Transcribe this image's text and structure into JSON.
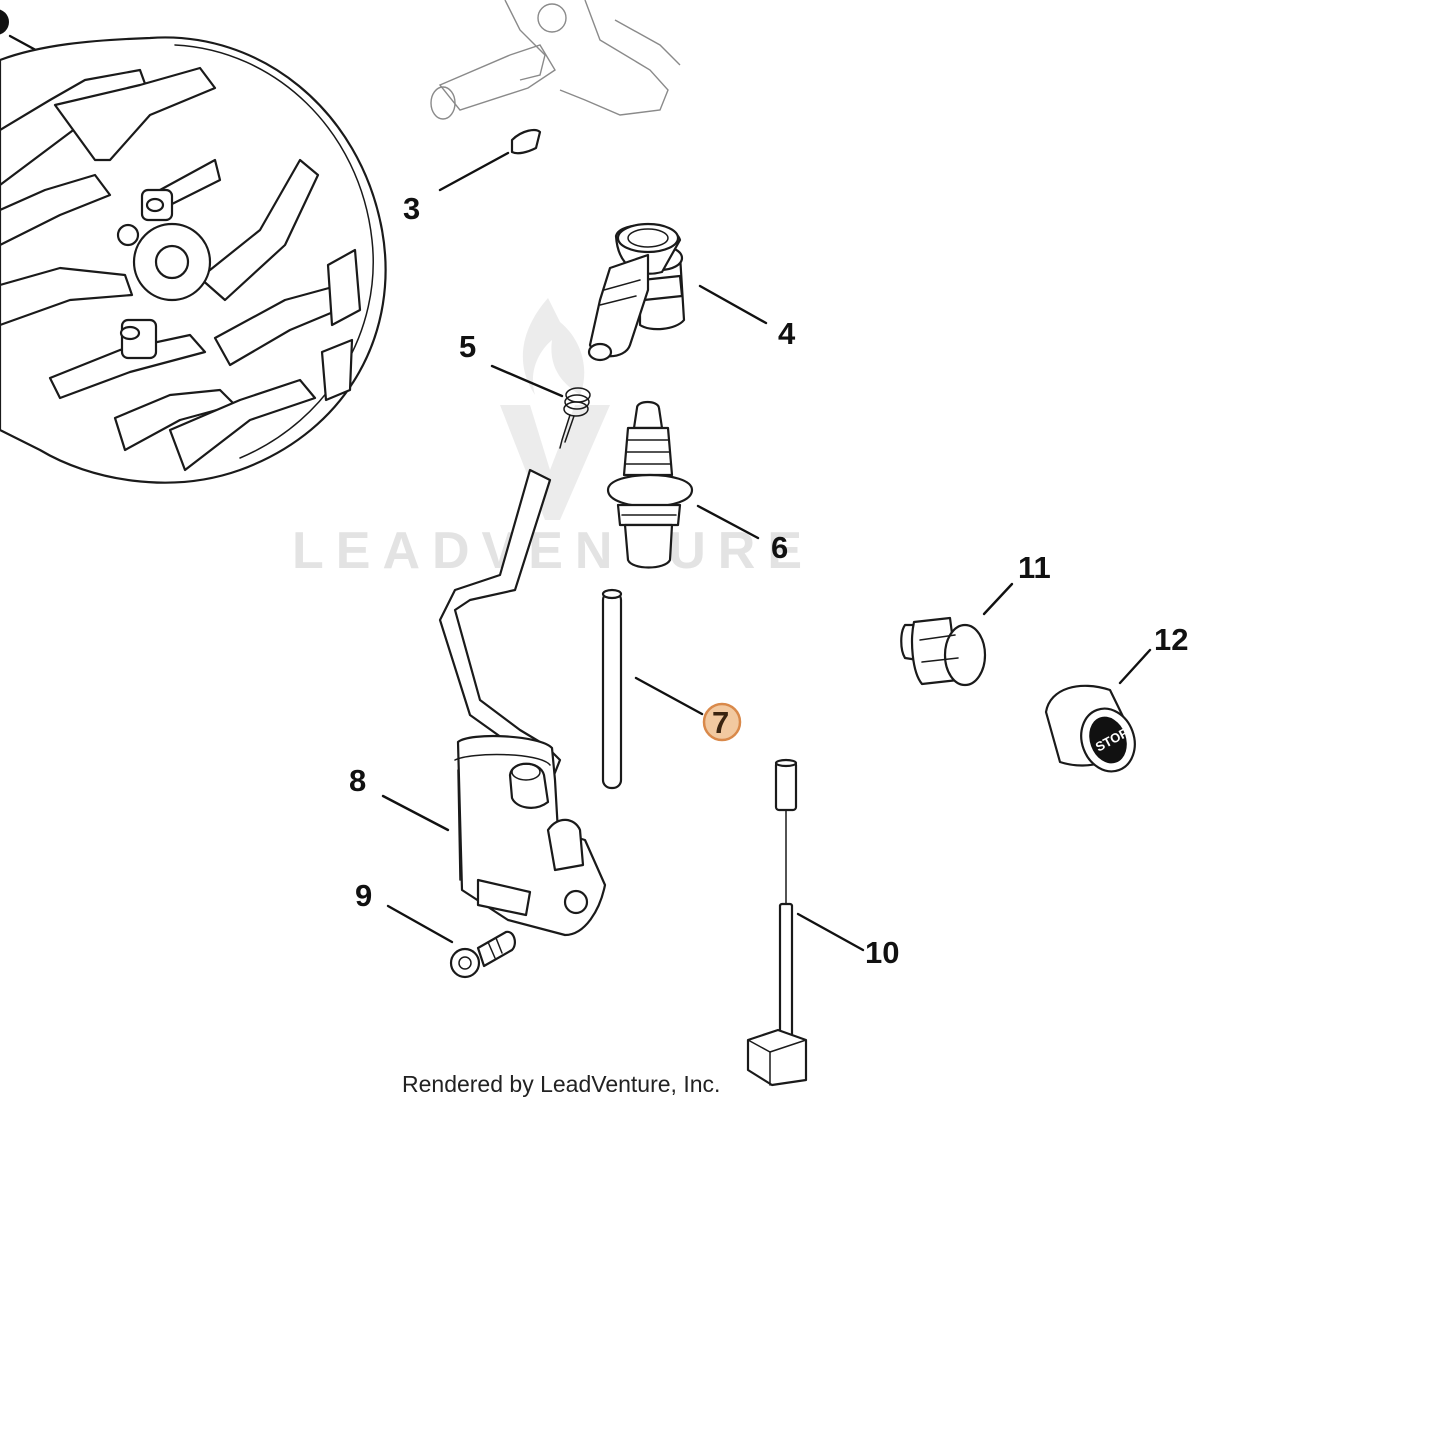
{
  "diagram": {
    "callouts": [
      {
        "id": "3",
        "label": "3",
        "part": "flywheel-key"
      },
      {
        "id": "4",
        "label": "4",
        "part": "spark-plug-boot"
      },
      {
        "id": "5",
        "label": "5",
        "part": "spark-plug-spring"
      },
      {
        "id": "6",
        "label": "6",
        "part": "spark-plug"
      },
      {
        "id": "7",
        "label": "7",
        "part": "rod",
        "highlighted": true
      },
      {
        "id": "8",
        "label": "8",
        "part": "ignition-coil"
      },
      {
        "id": "9",
        "label": "9",
        "part": "screw"
      },
      {
        "id": "10",
        "label": "10",
        "part": "stop-wire"
      },
      {
        "id": "11",
        "label": "11",
        "part": "switch-button"
      },
      {
        "id": "12",
        "label": "12",
        "part": "stop-switch-cap"
      }
    ],
    "stop_label": "STOP",
    "highlight_color": "#f2c9a0",
    "highlight_stroke": "#d9894a",
    "watermark": "LEADVENTURE",
    "credit": "Rendered by LeadVenture, Inc."
  }
}
